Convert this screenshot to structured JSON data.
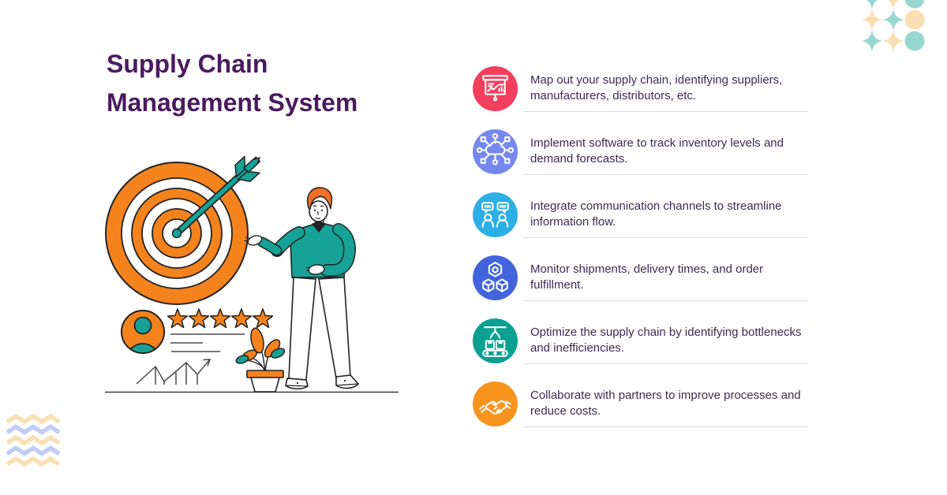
{
  "header": {
    "title": "Supply Chain Management System",
    "title_color": "#4A1A5E"
  },
  "steps": [
    {
      "icon": "presentation-chart-icon",
      "color": "#F23F5D",
      "text": "Map out your supply chain, identifying suppliers, manufacturers, distributors, etc."
    },
    {
      "icon": "network-nodes-icon",
      "color": "#7688EF",
      "text": "Implement software to track inventory levels and demand forecasts."
    },
    {
      "icon": "communication-chat-icon",
      "color": "#2BAFE5",
      "text": "Integrate communication channels to streamline information flow."
    },
    {
      "icon": "packages-icon",
      "color": "#4163DC",
      "text": "Monitor shipments, delivery times, and order fulfillment."
    },
    {
      "icon": "conveyor-crane-icon",
      "color": "#0BA092",
      "text": "Optimize the supply chain by identifying bottlenecks and inefficiencies."
    },
    {
      "icon": "handshake-icon",
      "color": "#F7941D",
      "text": "Collaborate with partners to improve processes and reduce costs."
    }
  ],
  "illustration_palette": {
    "orange": "#F5831D",
    "teal": "#16A296",
    "outline": "#222222"
  },
  "decoration_palette": {
    "dots_teal": "#97D7D0",
    "dots_peach": "#FBDFB2",
    "zigzag_peach": "#FBDFB2",
    "zigzag_lavender": "#C3CCF6"
  }
}
